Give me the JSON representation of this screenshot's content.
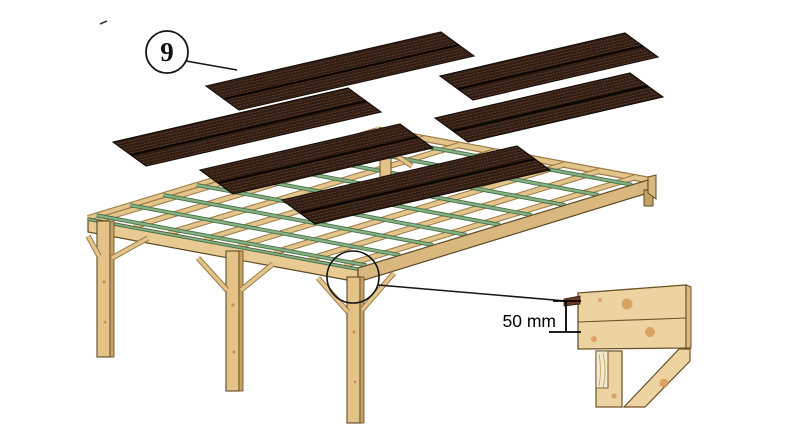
{
  "figure": {
    "description": "Exploded assembly diagram: corrugated bitumen roof sheets placed on flat carport timber frame, with 50 mm overhang detail",
    "callout": {
      "label": "9"
    },
    "detail": {
      "dimension_label": "50 mm"
    }
  },
  "colors": {
    "line": "#141414",
    "panel_base": "#2f1d13",
    "panel_hatch": "#5d3c2a",
    "panel_outline": "#140b07",
    "panel_seam": "#0d0704",
    "batten": "#85b183",
    "batten_dark": "#48714a",
    "rafter": "#e3c48b",
    "rafter_dark": "#9c7a44",
    "wood_face": "#e8cb93",
    "wood_side": "#d9b87f",
    "wood_outline": "#5f4a26",
    "post_face": "#e4c288",
    "post_side": "#c6a166",
    "detail_wood": "#eed3a2",
    "detail_notch": "#f3ead0",
    "knot": "#d49a58",
    "overhang_brown": "#6e3b22"
  }
}
